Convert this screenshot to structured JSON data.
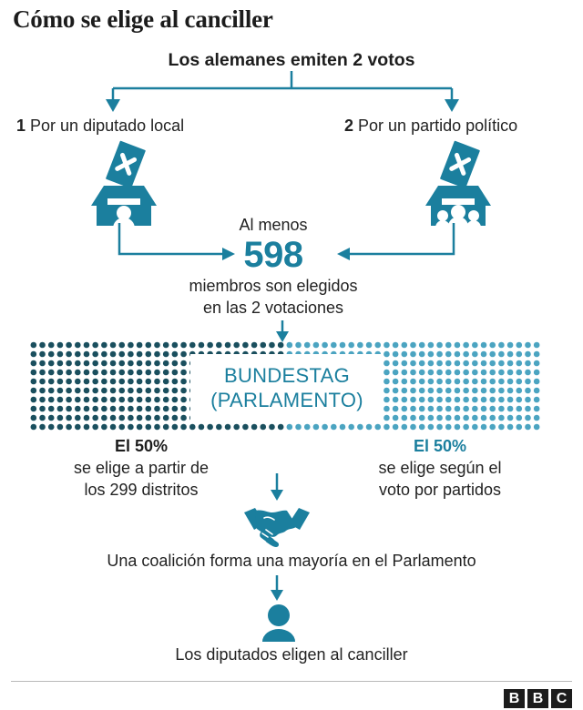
{
  "title": "Cómo se elige al canciller",
  "subtitle": "Los alemanes emiten 2 votos",
  "branches": [
    {
      "number": "1",
      "label": "Por un diputado local",
      "icon": "ballot-box-single-person-icon"
    },
    {
      "number": "2",
      "label": "Por un partido político",
      "icon": "ballot-box-group-people-icon"
    }
  ],
  "members": {
    "prefix": "Al menos",
    "count": "598",
    "suffix_line1": "miembros son elegidos",
    "suffix_line2": "en las 2 votaciones"
  },
  "parliament": {
    "name_line1": "BUNDESTAG",
    "name_line2": "(PARLAMENTO)",
    "left_half": {
      "heading": "El 50%",
      "line1": "se elige a partir de",
      "line2": "los 299 distritos"
    },
    "right_half": {
      "heading": "El 50%",
      "line1": "se elige según el",
      "line2": "voto por partidos"
    }
  },
  "coalition": {
    "icon": "handshake-icon",
    "caption": "Una coalición forma una mayoría en el Parlamento"
  },
  "chancellor": {
    "icon": "person-icon",
    "caption": "Los diputados eligen al canciller"
  },
  "footer": {
    "logo_letters": [
      "B",
      "B",
      "C"
    ]
  },
  "colors": {
    "teal": "#1b7f9e",
    "dot_dark": "#1a4f5e",
    "dot_light": "#4ba4c1",
    "text": "#222222",
    "rule": "#b9b9b9"
  },
  "dot_grid": {
    "columns": 58,
    "rows": 10,
    "dark_columns": 29,
    "light_columns": 29
  }
}
